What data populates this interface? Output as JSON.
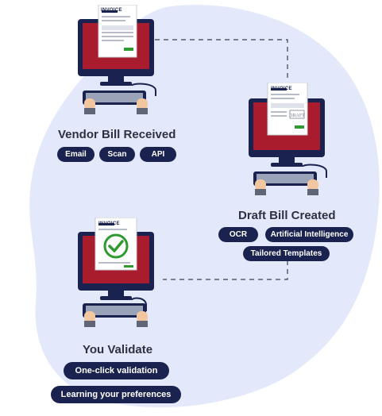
{
  "colors": {
    "blob": "#e3e8fb",
    "monitor_frame": "#1a2350",
    "monitor_screen": "#a81c2e",
    "pill_bg": "#1a2350",
    "pill_text": "#ffffff",
    "title_text": "#2d3140",
    "check": "#2f9a2f"
  },
  "invoice_label": "INVOICE",
  "draft_stamp": "DRAFT",
  "stages": [
    {
      "title": "Vendor Bill Received",
      "tags": [
        "Email",
        "Scan",
        "API"
      ]
    },
    {
      "title": "Draft Bill Created",
      "tags": [
        "OCR",
        "Artificial Intelligence",
        "Tailored Templates"
      ]
    },
    {
      "title": "You Validate",
      "tags": [
        "One-click validation",
        "Learning your preferences"
      ]
    }
  ]
}
